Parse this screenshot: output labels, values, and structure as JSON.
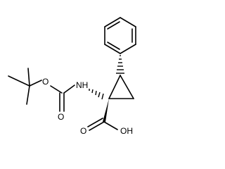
{
  "molecule": {
    "labels": {
      "nh": "NH",
      "o_ether": "O",
      "o_carbonyl": "O",
      "o_acid": "O",
      "oh": "OH"
    }
  }
}
